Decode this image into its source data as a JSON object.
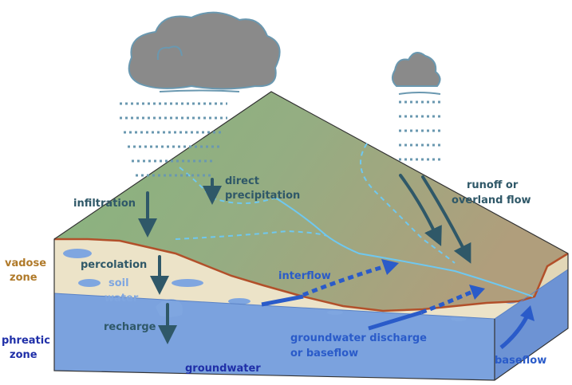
{
  "labels": {
    "infiltration": "infiltration",
    "direct_precipitation_1": "direct",
    "direct_precipitation_2": "precipitation",
    "runoff_1": "runoff or",
    "runoff_2": "overland flow",
    "percolation": "percolation",
    "soil_water_1": "soil",
    "soil_water_2": "water",
    "interflow": "interflow",
    "recharge": "recharge",
    "gw_discharge_1": "groundwater discharge",
    "gw_discharge_2": "or baseflow",
    "baseflow": "baseflow",
    "groundwater": "groundwater"
  },
  "zones": {
    "vadose_1": "vadose",
    "vadose_2": "zone",
    "phreatic_1": "phreatic",
    "phreatic_2": "zone"
  },
  "colors": {
    "surface_green": "#8fb384",
    "surface_tan": "#a8a07a",
    "vadose_fill": "#ece3c8",
    "soil_line": "#b2502a",
    "phreatic_front": "#7ba2de",
    "phreatic_side": "#6a8fd0",
    "cloud": "#8a8a8a",
    "rain": "#6a98b0",
    "label_dark": "#2f5868",
    "label_blue": "#2a5bc9",
    "stream": "#6fc8f0",
    "vadose_text": "#b07a2a",
    "phreatic_text": "#1f2fa8"
  }
}
